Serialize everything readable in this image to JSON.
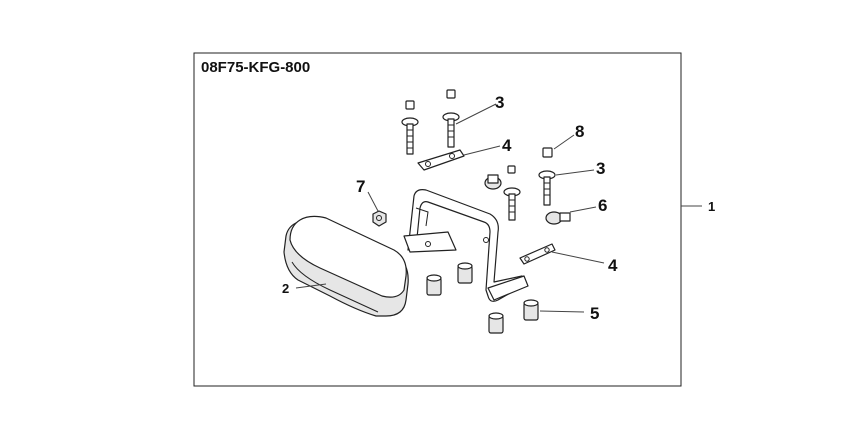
{
  "diagram": {
    "part_code": "08F75-KFG-800",
    "callouts": {
      "c1": "1",
      "c2": "2",
      "c3a": "3",
      "c3b": "3",
      "c4a": "4",
      "c4b": "4",
      "c5": "5",
      "c6": "6",
      "c7": "7",
      "c8": "8"
    }
  }
}
